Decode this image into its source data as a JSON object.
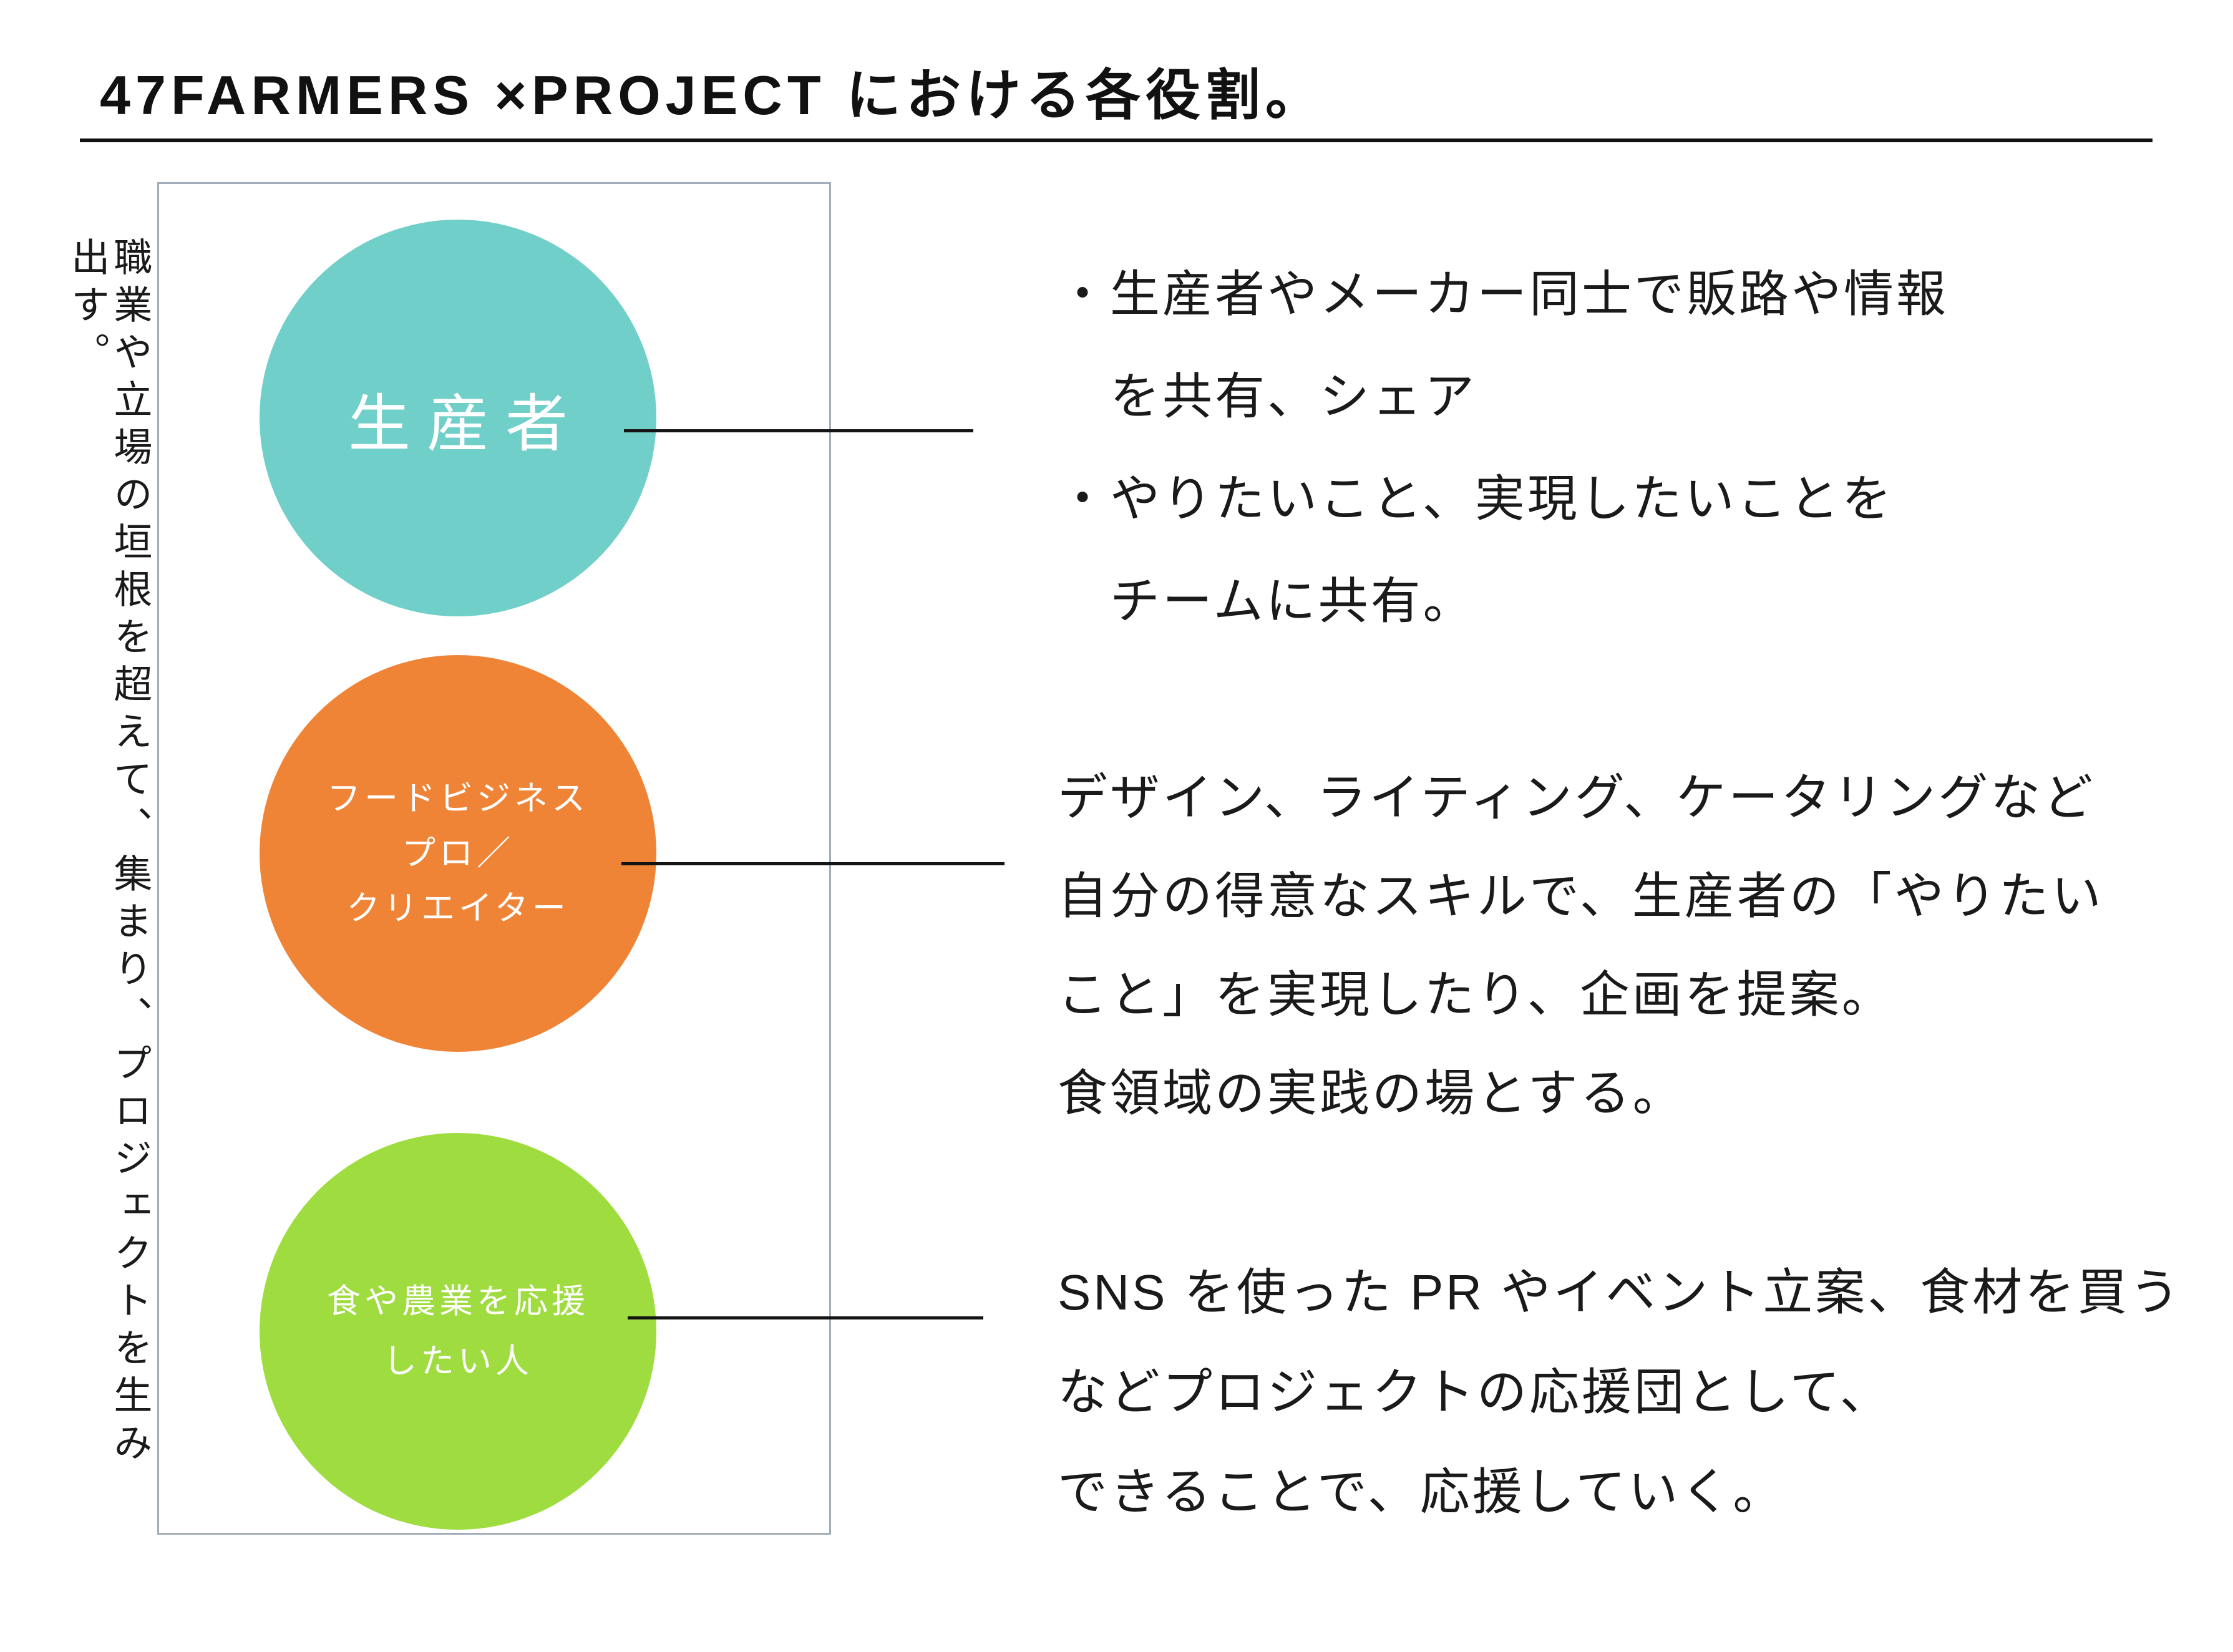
{
  "title": "47FARMERS ×PROJECT における各役割。",
  "left_caption": "職業や立場の垣根を超えて、集まり、プロジェクトを生み出す。",
  "colors": {
    "producer": "#70cfc8",
    "creator": "#ef8437",
    "supporter": "#9edc3f",
    "box_border": "#a3adb8",
    "line": "#141414",
    "text": "#1a1a1a"
  },
  "circles": [
    {
      "id": "producer",
      "lines": [
        "生産者"
      ]
    },
    {
      "id": "creator",
      "lines": [
        "フードビジネス",
        "プロ／",
        "クリエイター"
      ]
    },
    {
      "id": "supporter",
      "lines": [
        "食や農業を応援",
        "したい人"
      ]
    }
  ],
  "descriptions": [
    {
      "for": "producer",
      "lines": [
        "・生産者やメーカー同士で販路や情報",
        "　を共有、シェア",
        "・やりたいこと、実現したいことを",
        "　チームに共有。"
      ]
    },
    {
      "for": "creator",
      "lines": [
        "デザイン、ライティング、ケータリングなど",
        "自分の得意なスキルで、生産者の「やりたい",
        "こと」を実現したり、企画を提案。",
        "食領域の実践の場とする。"
      ]
    },
    {
      "for": "supporter",
      "lines": [
        "SNS を使った PR やイベント立案、食材を買う",
        "などプロジェクトの応援団として、",
        "できることで、応援していく。"
      ]
    }
  ]
}
